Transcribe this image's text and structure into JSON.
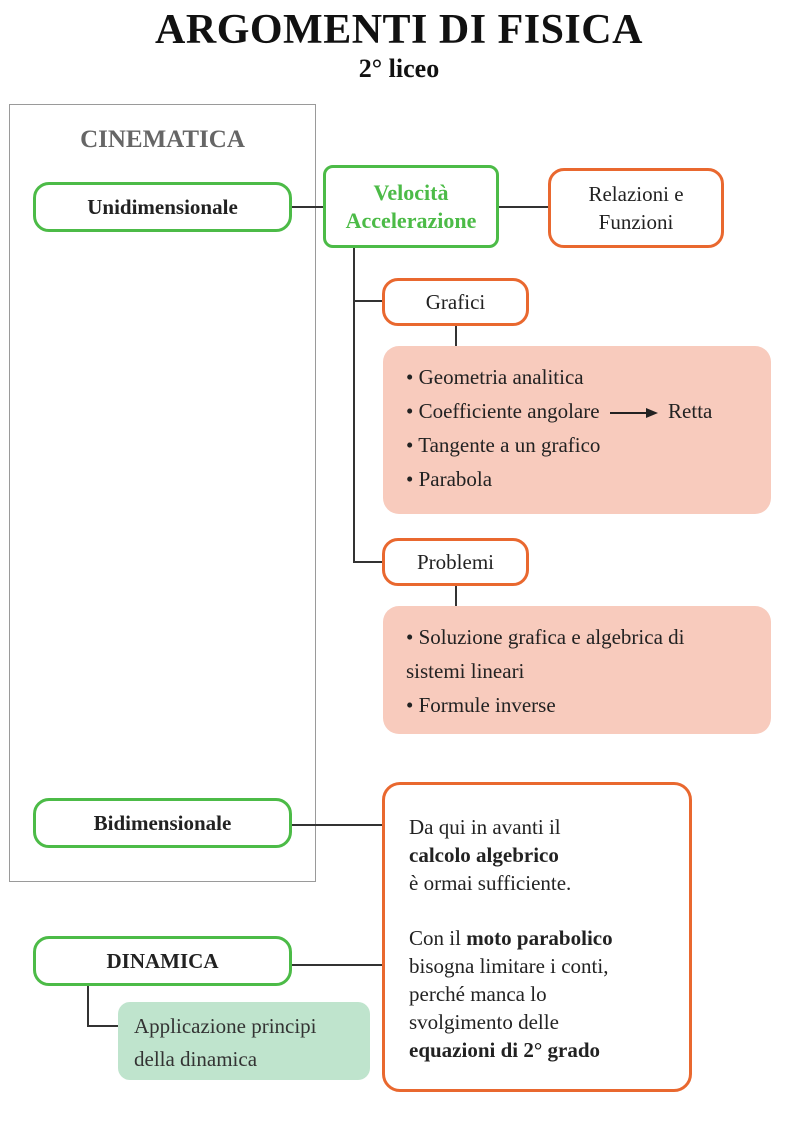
{
  "header": {
    "title": "ARGOMENTI DI FISICA",
    "subtitle": "2° liceo"
  },
  "cinematica": {
    "label": "CINEMATICA",
    "unidimensionale": "Unidimensionale",
    "bidimensionale": "Bidimensionale"
  },
  "velocita": {
    "line1": "Velocità",
    "line2": "Accelerazione"
  },
  "relazioni": {
    "line1": "Relazioni e",
    "line2": "Funzioni"
  },
  "grafici": {
    "label": "Grafici",
    "items": [
      "• Geometria analitica",
      "• Coefficiente angolare",
      "• Tangente a un grafico",
      "• Parabola"
    ],
    "arrow_target": "Retta"
  },
  "problemi": {
    "label": "Problemi",
    "items": [
      "• Soluzione grafica e algebrica di",
      "sistemi lineari",
      "• Formule inverse"
    ]
  },
  "note": {
    "p1": [
      "Da qui in avanti il",
      "calcolo algebrico",
      "è ormai sufficiente."
    ],
    "p2": [
      "Con il ",
      "moto parabolico",
      "bisogna limitare i conti,",
      "perché manca lo",
      "svolgimento delle",
      "equazioni di 2° grado"
    ]
  },
  "dinamica": {
    "label": "DINAMICA",
    "applicazione": [
      "Applicazione principi",
      "della dinamica"
    ]
  },
  "colors": {
    "green": "#4cbb47",
    "orange": "#e9682f",
    "pink_fill": "#f8cbbd",
    "mint_fill": "#bfe4cd"
  }
}
